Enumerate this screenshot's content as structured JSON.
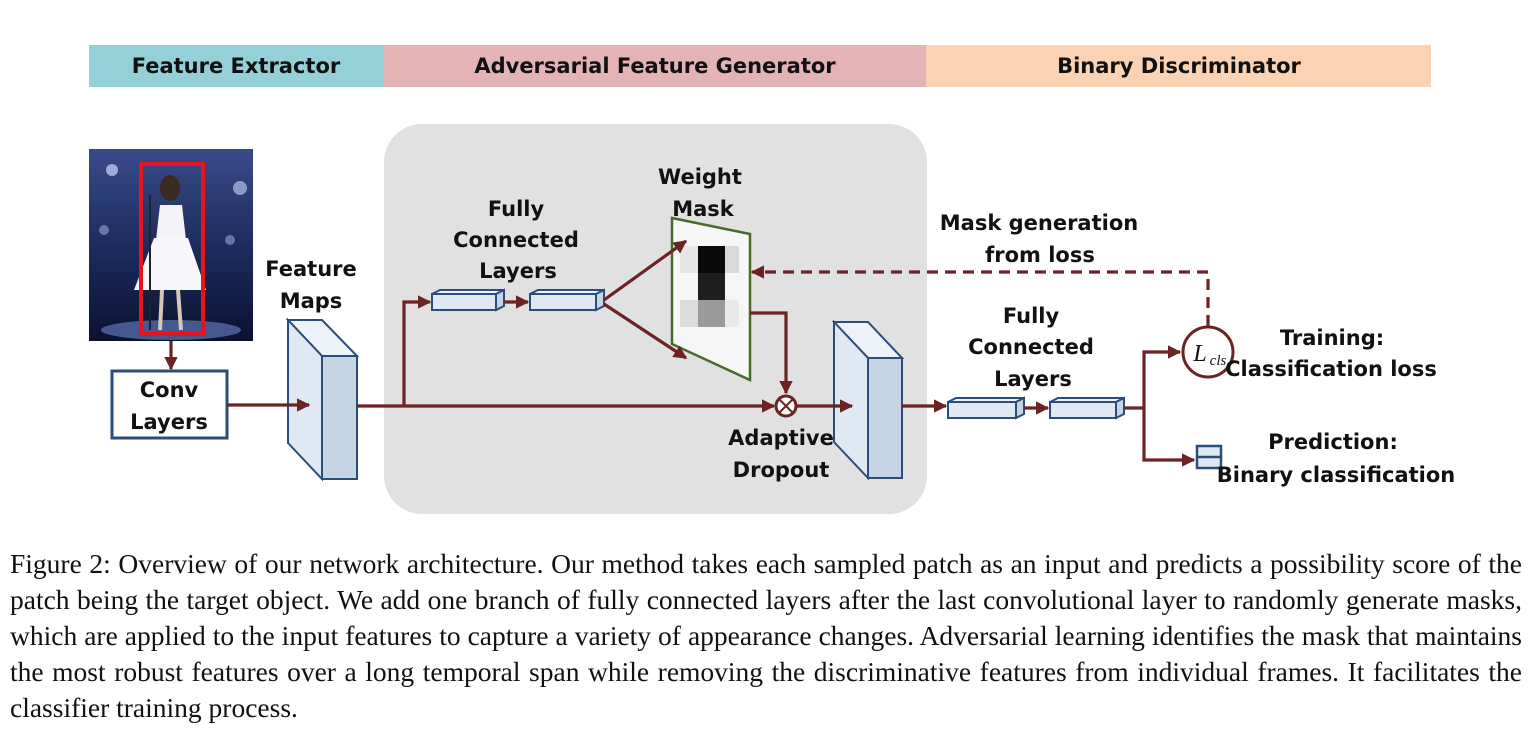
{
  "sections": {
    "feature_extractor": "Feature Extractor",
    "generator": "Adversarial Feature Generator",
    "discriminator": "Binary Discriminator"
  },
  "colors": {
    "feature_extractor": "#95d0d9",
    "generator": "#e3b3b6",
    "discriminator": "#f9d3b4",
    "arrow": "#6b2323",
    "layer_fill": "#dfe8f3",
    "layer_stroke": "#2b4d7a",
    "crop_box": "#e8141c",
    "generator_panel": "#e1e1e1",
    "mask_border": "#4a6a2c"
  },
  "labels": {
    "conv_line1": "Conv",
    "conv_line2": "Layers",
    "feature_maps_line1": "Feature",
    "feature_maps_line2": "Maps",
    "fc1_line1": "Fully",
    "fc1_line2": "Connected",
    "fc1_line3": "Layers",
    "weight_mask_line1": "Weight",
    "weight_mask_line2": "Mask",
    "adaptive_line1": "Adaptive",
    "adaptive_line2": "Dropout",
    "maskgen_line1": "Mask generation",
    "maskgen_line2": "from loss",
    "fc2_line1": "Fully",
    "fc2_line2": "Connected",
    "fc2_line3": "Layers",
    "loss_symbol": "L",
    "loss_subscript": "cls",
    "training_line1": "Training:",
    "training_line2": "Classification loss",
    "prediction_line1": "Prediction:",
    "prediction_line2": "Binary classification",
    "multiply_symbol": "⊗"
  },
  "caption": "Figure 2: Overview of our network architecture. Our method takes each sampled patch as an input and predicts a possibility score of the patch being the target object. We add one branch of fully connected layers after the last convolutional layer to randomly generate masks, which are applied to the input features to capture a variety of appearance changes. Adversarial learning identifies the mask that maintains the most robust features over a long temporal span while removing the discriminative features from individual frames. It facilitates the classifier training process."
}
